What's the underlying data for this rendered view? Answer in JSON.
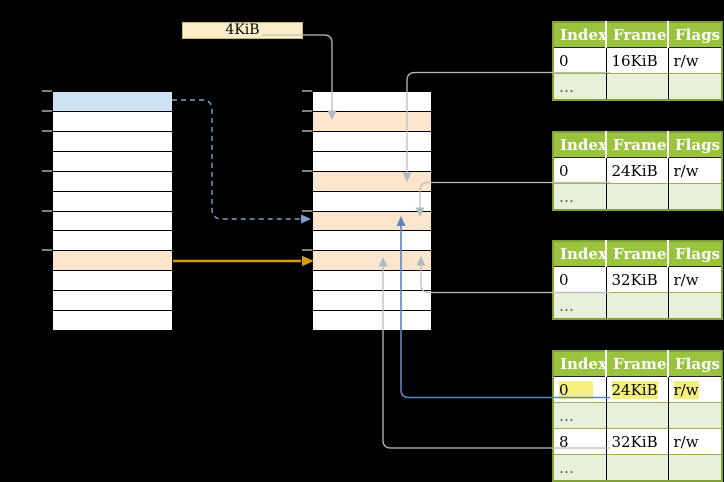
{
  "frame_size_label": {
    "text": "4KiB"
  },
  "colors": {
    "background": "#000000",
    "page_blue": "#cfe2f3",
    "frame_orange": "#fce5cd",
    "label_cream": "#faeec9",
    "table_header_green": "#9ac33e",
    "table_alt_row_green": "#e9f0d9",
    "table_border_green": "#82a03a",
    "highlight_yellow": "#f6f07a",
    "arrow_gray": "#bcbcbc",
    "arrow_blue": "#5e86bd",
    "arrow_blue_dashed": "#7da0d0",
    "arrow_amber": "#d69c10",
    "tick_gray": "#7f7f7f"
  },
  "memory_columns": {
    "virtual": {
      "rows": 12,
      "highlights": {
        "0": "page_blue",
        "8": "frame_orange"
      },
      "tick_rows": [
        0,
        1,
        2,
        4,
        6,
        8
      ]
    },
    "physical": {
      "rows": 12,
      "highlights": {
        "1": "frame_orange",
        "4": "frame_orange",
        "6": "frame_orange",
        "8": "frame_orange"
      },
      "tick_rows": [
        0,
        1,
        2,
        4,
        6,
        8
      ]
    }
  },
  "page_tables": [
    {
      "headers": [
        "Index",
        "Frame",
        "Flags"
      ],
      "rows": [
        {
          "index": "0",
          "frame": "16KiB",
          "flags": "r/w"
        },
        {
          "index": "…",
          "frame": "",
          "flags": ""
        }
      ]
    },
    {
      "headers": [
        "Index",
        "Frame",
        "Flags"
      ],
      "rows": [
        {
          "index": "0",
          "frame": "24KiB",
          "flags": "r/w"
        },
        {
          "index": "…",
          "frame": "",
          "flags": ""
        }
      ]
    },
    {
      "headers": [
        "Index",
        "Frame",
        "Flags"
      ],
      "rows": [
        {
          "index": "0",
          "frame": "32KiB",
          "flags": "r/w"
        },
        {
          "index": "…",
          "frame": "",
          "flags": ""
        }
      ]
    },
    {
      "headers": [
        "Index",
        "Frame",
        "Flags"
      ],
      "rows": [
        {
          "index": "0",
          "frame": "24KiB",
          "flags": "r/w",
          "highlighted": true
        },
        {
          "index": "…",
          "frame": "",
          "flags": ""
        },
        {
          "index": "8",
          "frame": "32KiB",
          "flags": "r/w"
        },
        {
          "index": "…",
          "frame": "",
          "flags": ""
        }
      ]
    }
  ],
  "arrows": [
    {
      "from": "frame-size-label",
      "to": "physical-frame-4KiB",
      "color": "gray",
      "style": "solid"
    },
    {
      "from": "page-table-1-row-16KiB",
      "to": "physical-frame-16KiB",
      "color": "gray",
      "style": "solid"
    },
    {
      "from": "page-table-2-row-24KiB",
      "to": "physical-frame-24KiB",
      "color": "gray",
      "style": "solid"
    },
    {
      "from": "page-table-3-row-32KiB",
      "to": "physical-frame-32KiB",
      "color": "gray",
      "style": "solid"
    },
    {
      "from": "page-table-4-row-24KiB",
      "to": "physical-frame-24KiB",
      "color": "blue",
      "style": "solid"
    },
    {
      "from": "page-table-4-row-32KiB",
      "to": "physical-frame-32KiB",
      "color": "gray",
      "style": "solid"
    },
    {
      "from": "virtual-page-blue",
      "to": "physical-frame-24KiB",
      "color": "blue",
      "style": "dashed"
    },
    {
      "from": "virtual-page-orange",
      "to": "physical-frame-32KiB",
      "color": "amber",
      "style": "solid"
    }
  ]
}
